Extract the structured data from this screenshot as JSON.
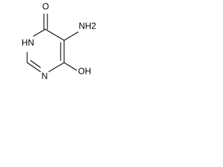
{
  "structure": {
    "atoms": {
      "o_top": "O",
      "nh2": "NH2",
      "hn": "HN",
      "n_bottom": "N",
      "oh": "OH"
    },
    "bond_color": "#000000"
  }
}
